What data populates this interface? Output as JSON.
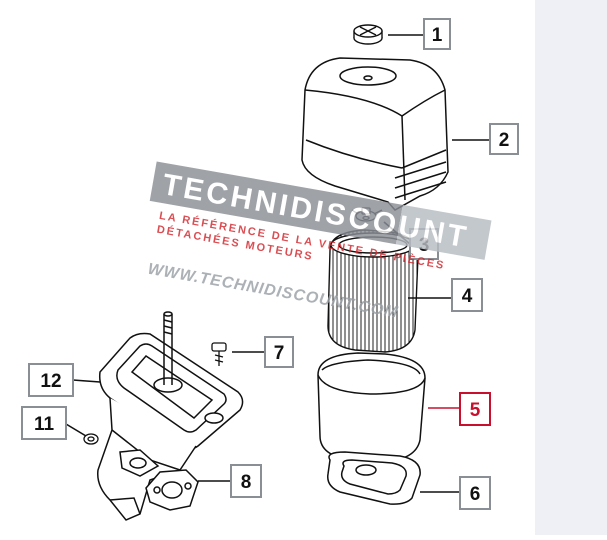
{
  "diagram": {
    "callouts": [
      {
        "number": "1",
        "part": "air-filter-knob"
      },
      {
        "number": "2",
        "part": "air-filter-cover"
      },
      {
        "number": "3",
        "part": "wing-nut"
      },
      {
        "number": "4",
        "part": "pleated-filter-element"
      },
      {
        "number": "5",
        "part": "foam-pre-filter",
        "highlighted": true
      },
      {
        "number": "6",
        "part": "filter-seal"
      },
      {
        "number": "7",
        "part": "screw"
      },
      {
        "number": "8",
        "part": "gasket"
      },
      {
        "number": "11",
        "part": "nut"
      },
      {
        "number": "12",
        "part": "filter-base"
      }
    ],
    "colors": {
      "highlight": "#c8102e",
      "line": "#111111",
      "side_panel": "#eef0f5",
      "watermark": "#8a8f96"
    }
  },
  "watermark": {
    "logo": "TECHNIDISCOUNT",
    "tagline_1": "LA RÉFÉRENCE DE LA VENTE DE PIÈCES",
    "tagline_2": "DÉTACHÉES MOTEURS",
    "url": "WWW.TECHNIDISCOUNT.COM"
  }
}
